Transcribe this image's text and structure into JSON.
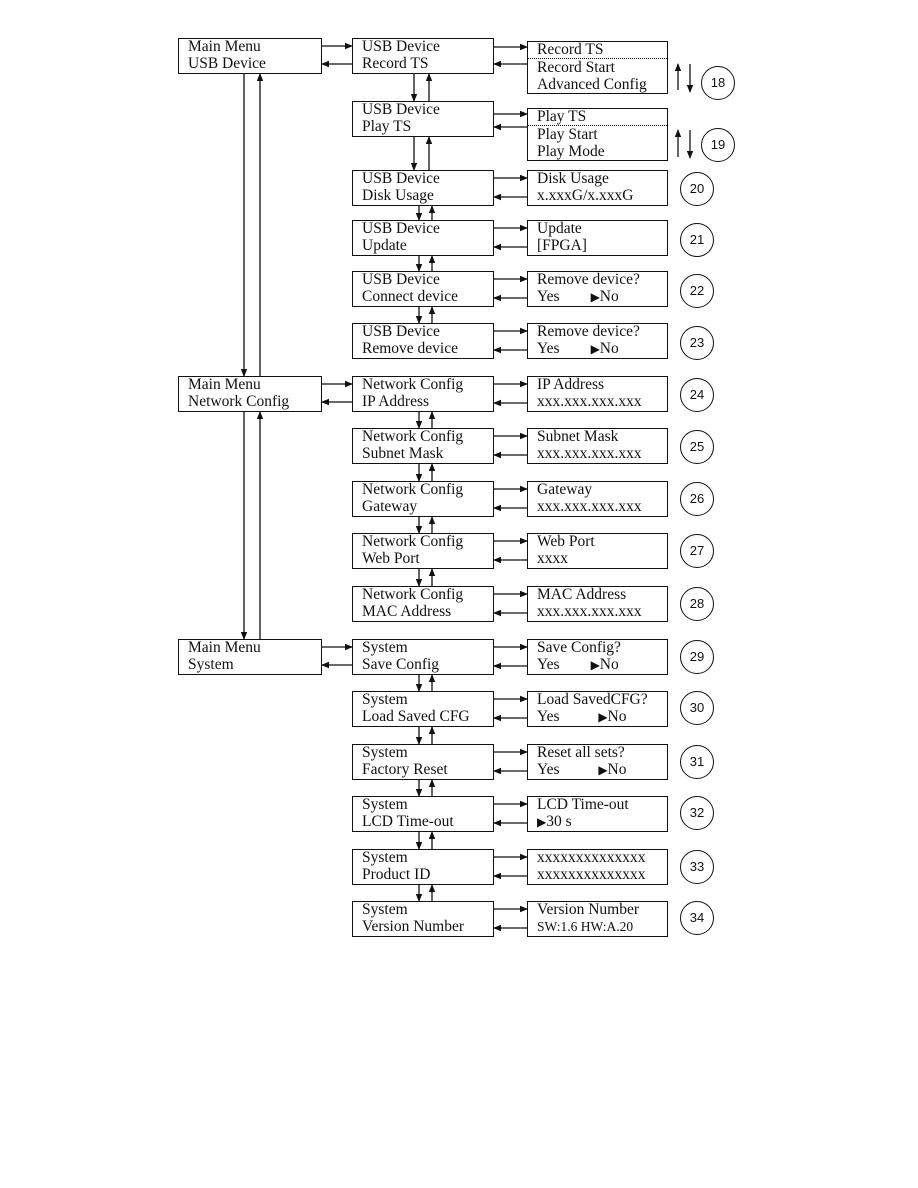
{
  "main_menus": [
    {
      "line1": "Main Menu",
      "line2": "USB Device"
    },
    {
      "line1": "Main Menu",
      "line2": "Network Config"
    },
    {
      "line1": "Main Menu",
      "line2": "System"
    }
  ],
  "sub_menus": [
    {
      "line1": "USB Device",
      "line2": "Record TS"
    },
    {
      "line1": "USB Device",
      "line2": "Play TS"
    },
    {
      "line1": "USB Device",
      "line2": "Disk Usage"
    },
    {
      "line1": "USB Device",
      "line2": "Update"
    },
    {
      "line1": "USB Device",
      "line2": "Connect device"
    },
    {
      "line1": "USB Device",
      "line2": "Remove device"
    },
    {
      "line1": "Network Config",
      "line2": "IP Address"
    },
    {
      "line1": "Network Config",
      "line2": "Subnet Mask"
    },
    {
      "line1": "Network Config",
      "line2": "Gateway"
    },
    {
      "line1": "Network Config",
      "line2": "Web Port"
    },
    {
      "line1": "Network Config",
      "line2": "MAC Address"
    },
    {
      "line1": "System",
      "line2": "Save Config"
    },
    {
      "line1": "System",
      "line2": "Load Saved CFG"
    },
    {
      "line1": "System",
      "line2": "Factory Reset"
    },
    {
      "line1": "System",
      "line2": "LCD Time-out"
    },
    {
      "line1": "System",
      "line2": "Product ID"
    },
    {
      "line1": "System",
      "line2": "Version Number"
    }
  ],
  "detail_record": {
    "line1": "Record TS",
    "line2": "Record Start",
    "line3": "Advanced Config"
  },
  "detail_play": {
    "line1": "Play TS",
    "line2": "Play Start",
    "line3": "Play Mode"
  },
  "details": [
    {
      "line1": "Disk Usage",
      "line2": "x.xxxG/x.xxxG"
    },
    {
      "line1": "Update",
      "line2": "[FPGA]"
    },
    {
      "line1": "Remove device?",
      "line2a": "Yes",
      "arrow": "▶",
      "line2b": "No"
    },
    {
      "line1": "Remove device?",
      "line2a": "Yes",
      "arrow": "▶",
      "line2b": "No"
    },
    {
      "line1": "IP Address",
      "line2": "xxx.xxx.xxx.xxx"
    },
    {
      "line1": "Subnet Mask",
      "line2": "xxx.xxx.xxx.xxx"
    },
    {
      "line1": "Gateway",
      "line2": "xxx.xxx.xxx.xxx"
    },
    {
      "line1": "Web Port",
      "line2": "xxxx"
    },
    {
      "line1": "MAC Address",
      "line2": "xxx.xxx.xxx.xxx"
    },
    {
      "line1": "Save Config?",
      "line2a": "Yes",
      "arrow": "▶",
      "line2b": "No"
    },
    {
      "line1": "Load SavedCFG?",
      "line2a": "Yes",
      "arrow": "▶",
      "line2b": "No"
    },
    {
      "line1": "Reset all sets?",
      "line2a": "Yes",
      "arrow": "▶",
      "line2b": "No"
    },
    {
      "line1": "LCD Time-out",
      "line2a": "",
      "arrow": "▶",
      "line2b": "30 s"
    },
    {
      "line1": "xxxxxxxxxxxxxx",
      "line2": "xxxxxxxxxxxxxx"
    },
    {
      "line1": "Version Number",
      "line2": "SW:1.6 HW:A.20"
    }
  ],
  "badges": [
    "18",
    "19",
    "20",
    "21",
    "22",
    "23",
    "24",
    "25",
    "26",
    "27",
    "28",
    "29",
    "30",
    "31",
    "32",
    "33",
    "34"
  ]
}
